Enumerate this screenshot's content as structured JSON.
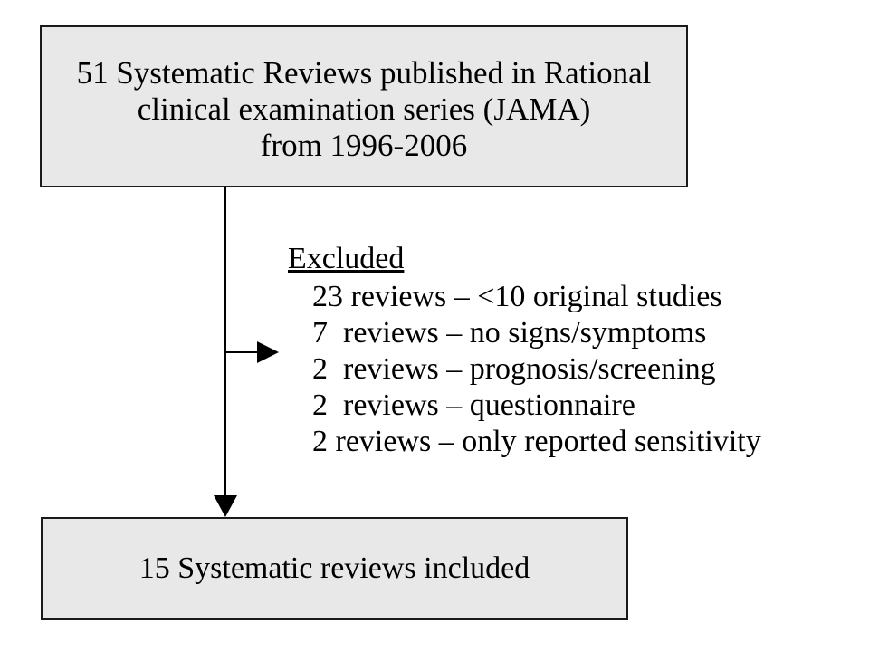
{
  "colors": {
    "background": "#ffffff",
    "box_fill": "#e8e8e8",
    "box_border": "#1a1a1a",
    "line": "#000000",
    "text": "#000000"
  },
  "top_box": {
    "line1": "51 Systematic Reviews published in Rational",
    "line2": "clinical examination series (JAMA)",
    "line3": "from 1996-2006"
  },
  "excluded": {
    "title": "Excluded",
    "items": [
      "23 reviews – <10 original studies",
      "7  reviews – no signs/symptoms",
      "2  reviews – prognosis/screening",
      "2  reviews – questionnaire",
      "2 reviews – only reported sensitivity"
    ]
  },
  "bottom_box": {
    "label": "15 Systematic reviews included"
  }
}
